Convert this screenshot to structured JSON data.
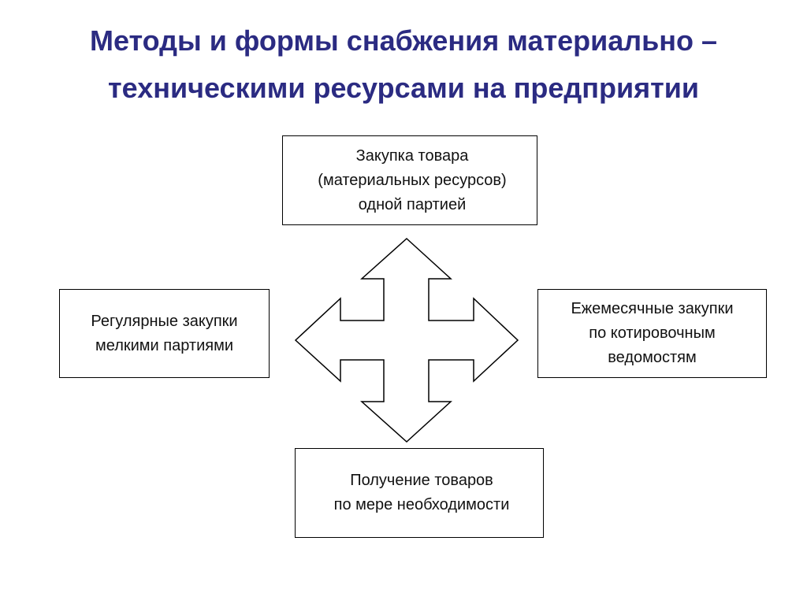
{
  "title": {
    "line1": "Методы и формы снабжения материально –",
    "line2": "техническими ресурсами на предприятии"
  },
  "nodes": {
    "top": [
      "Закупка товара",
      "(материальных ресурсов)",
      "одной партией"
    ],
    "left": [
      "Регулярные закупки",
      "мелкими партиями"
    ],
    "right": [
      "Ежемесячные закупки",
      "по котировочным",
      "ведомостям"
    ],
    "bottom": [
      "Получение товаров",
      "по мере необходимости"
    ]
  },
  "colors": {
    "title": "#2b2b82",
    "border": "#000000",
    "text": "#111111"
  }
}
